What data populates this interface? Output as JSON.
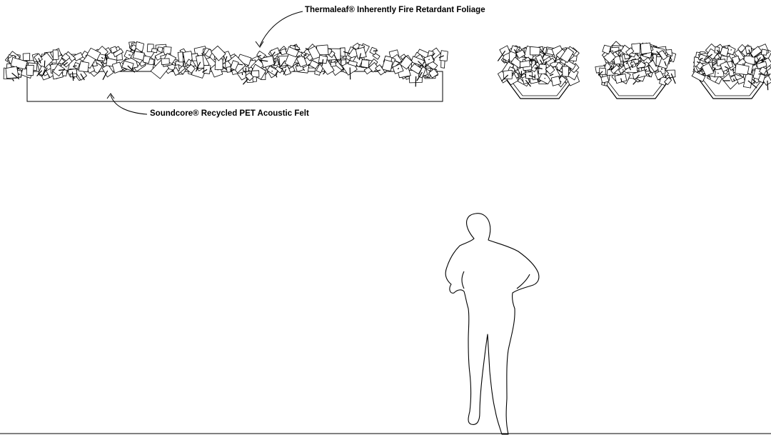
{
  "annotations": {
    "foliage": "Thermaleaf® Inherently Fire Retardant Foliage",
    "felt": "Soundcore® Recycled PET Acoustic Felt"
  },
  "drawing": {
    "stroke_color": "#000000",
    "background": "#ffffff",
    "elements": {
      "linear_planter": "linear felt planter with foliage (elevation)",
      "hex_planters": {
        "count": 3
      },
      "scale_figure": "human silhouette",
      "ground_line": true
    }
  }
}
